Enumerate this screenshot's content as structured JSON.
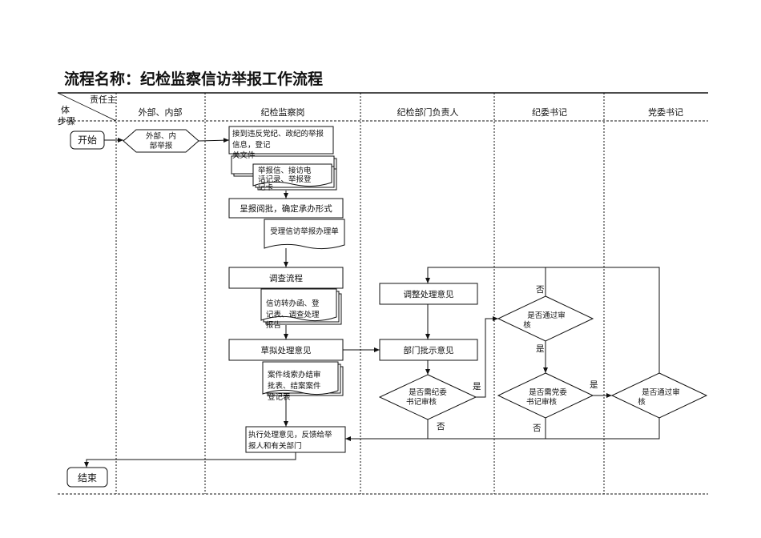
{
  "title": "流程名称：纪检监察信访举报工作流程",
  "header": {
    "corner_top": "责任主",
    "corner_left_1": "体",
    "corner_left_2": "步骤",
    "lanes": [
      "外部、内部",
      "纪检监察岗",
      "纪检部门负责人",
      "纪委书记",
      "党委书记"
    ]
  },
  "nodes": {
    "start": "开始",
    "end": "结束",
    "report": [
      "外部、内",
      "部举报"
    ],
    "receive": [
      "接到违反党纪、政纪的举报",
      "信息，登记"
    ],
    "receive_doc": "关文件",
    "docs1": [
      "举报信、接访电",
      "话记录、举报登",
      "记卡"
    ],
    "submit": "呈报阅批，确定承办形式",
    "doc_form": "受理信访举报办理单",
    "investigate": "调查流程",
    "docs2": [
      "信访转办函、登",
      "记表、调查处理",
      "报告"
    ],
    "draft": "草拟处理意见",
    "docs3": [
      "案件线索办结审",
      "批表、结案案件",
      "登记表"
    ],
    "execute": [
      "执行处理意见，反馈给举",
      "报人和有关部门"
    ],
    "adjust": "调整处理意见",
    "dept_approve": "部门批示意见",
    "need_secretary": [
      "是否需纪委",
      "书记审核"
    ],
    "pass_review": [
      "是否通过审",
      "核"
    ],
    "need_party": [
      "是否需党委",
      "书记审核"
    ],
    "party_pass": [
      "是否通过审",
      "核"
    ]
  },
  "edge_labels": {
    "yes": "是",
    "no": "否"
  }
}
